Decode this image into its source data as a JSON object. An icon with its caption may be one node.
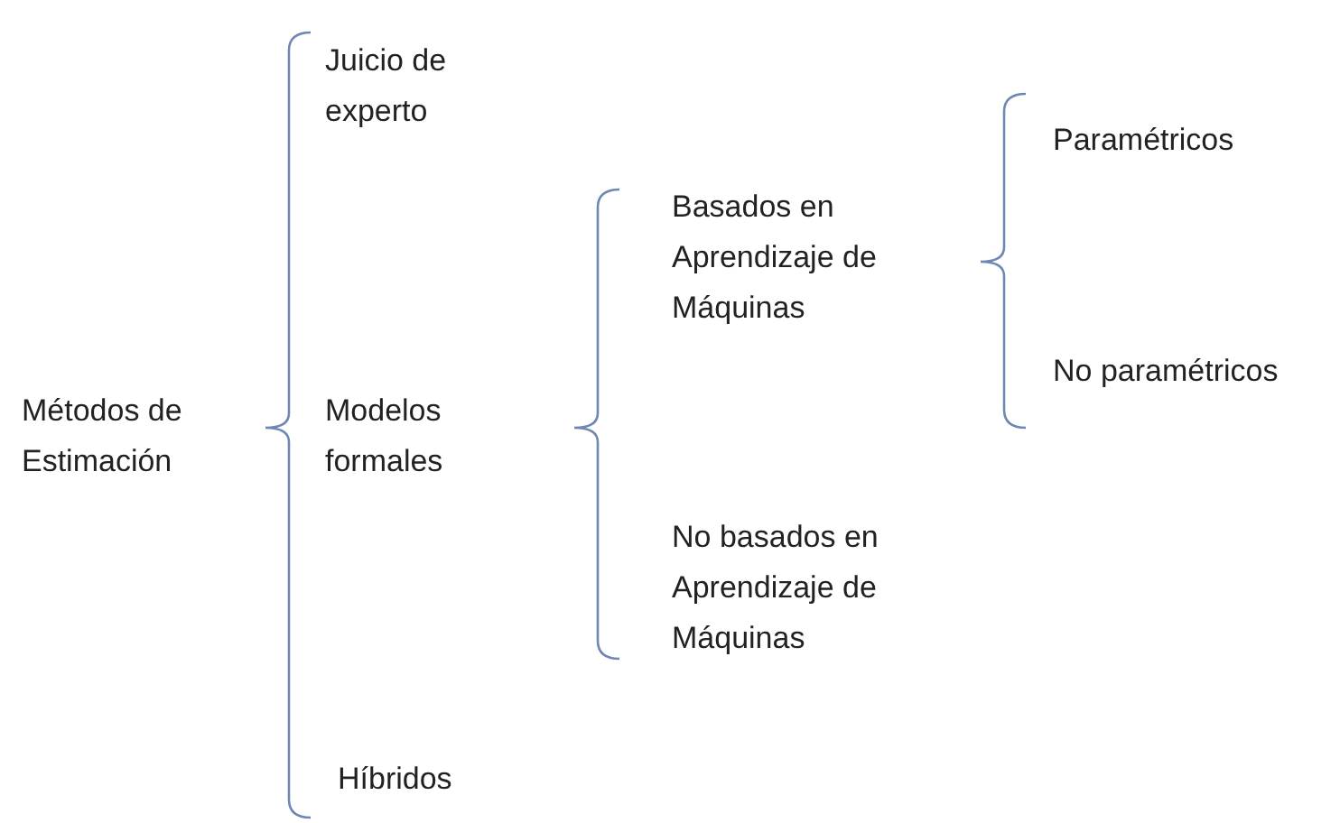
{
  "diagram": {
    "labels": [
      "Métodos de Estimación",
      "Juicio de experto",
      "Modelos formales",
      "Basados en Aprendizaje de Máquinas",
      "Paramétricos",
      "No paramétricos",
      "No basados en Aprendizaje de Máquinas",
      "Híbridos"
    ]
  }
}
